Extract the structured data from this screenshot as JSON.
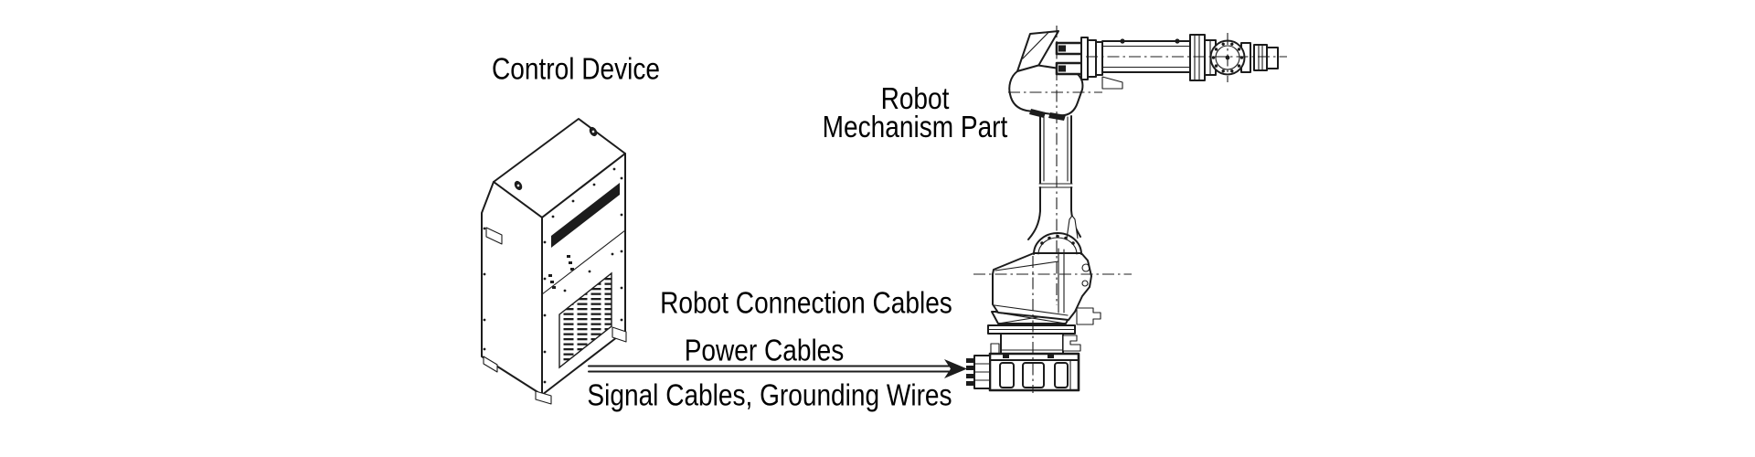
{
  "diagram": {
    "kind": "robot-system-configuration-line-drawing",
    "colors": {
      "bg": "#ffffff",
      "line": "#1c1c1c",
      "text": "#000000"
    }
  },
  "labels": {
    "control_device": "Control Device",
    "robot_mechanism_line1": "Robot",
    "robot_mechanism_line2": "Mechanism Part",
    "robot_connection_cables": "Robot Connection Cables",
    "power_cables": "Power Cables",
    "signal_cables": "Signal Cables, Grounding Wires"
  },
  "components": [
    {
      "id": "control-device",
      "depicts": "control cabinet (isometric line drawing)"
    },
    {
      "id": "robot-mechanism-part",
      "depicts": "6-axis robot arm (side view line drawing)"
    },
    {
      "id": "robot-connection-cables",
      "depicts": "double-line arrow from control device to robot base",
      "direction": "left-to-right"
    }
  ]
}
